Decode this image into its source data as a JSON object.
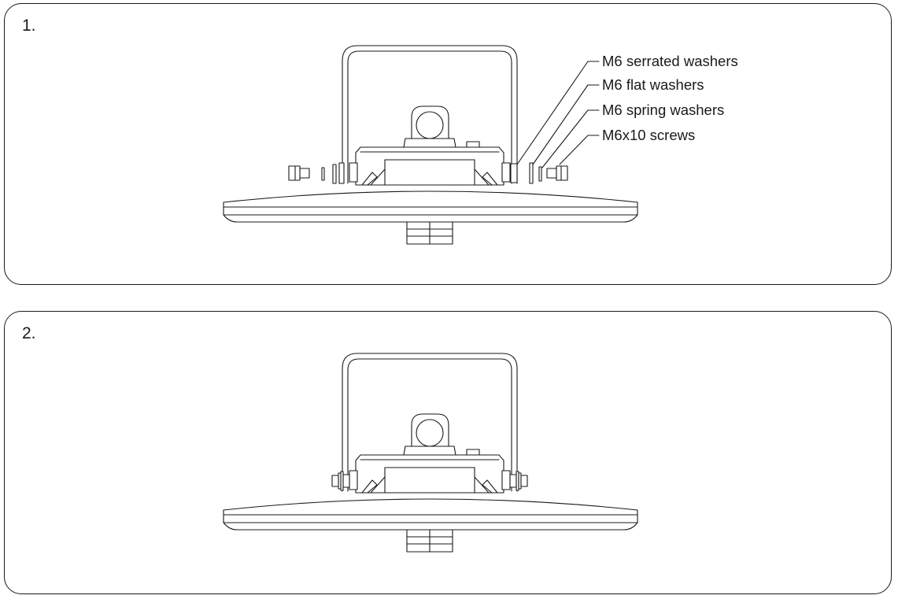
{
  "steps": [
    {
      "number": "1.",
      "callouts": [
        {
          "label": "M6 serrated washers",
          "icon": "serrated-washer-icon"
        },
        {
          "label": "M6 flat washers",
          "icon": "flat-washer-icon"
        },
        {
          "label": "M6 spring washers",
          "icon": "spring-washer-icon"
        },
        {
          "label": "M6x10 screws",
          "icon": "screw-icon"
        }
      ]
    },
    {
      "number": "2."
    }
  ]
}
